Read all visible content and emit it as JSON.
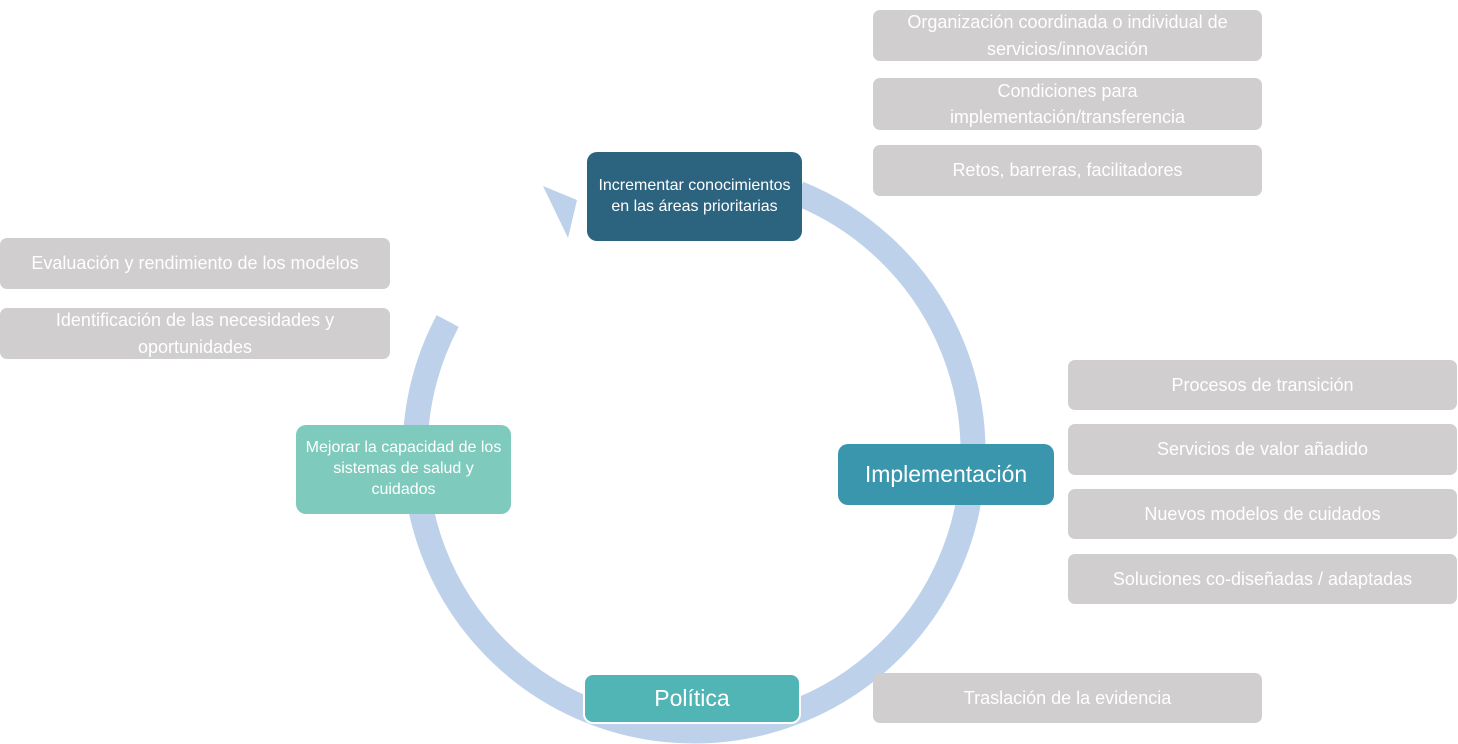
{
  "diagram": {
    "type": "cycle",
    "ring_color": "#bdd1ea",
    "nodes": {
      "top": {
        "label": "Incrementar conocimientos en las áreas prioritarias",
        "color": "#2c6480"
      },
      "right": {
        "label": "Implementación",
        "color": "#3a96ad"
      },
      "bottom": {
        "label": "Política",
        "color": "#52b5b5"
      },
      "left": {
        "label": "Mejorar la capacidad de los sistemas de salud y cuidados",
        "color": "#7ecabd"
      }
    },
    "notes": {
      "top": [
        "Organización coordinada o individual de servicios/innovación",
        "Condiciones para implementación/transferencia",
        "Retos, barreras, facilitadores"
      ],
      "right": [
        "Procesos de transición",
        "Servicios de valor añadido",
        "Nuevos modelos de cuidados",
        "Soluciones co-diseñadas / adaptadas"
      ],
      "bottom": [
        "Traslación de la evidencia"
      ],
      "left": [
        "Evaluación y rendimiento de los modelos",
        "Identificación de las necesidades y oportunidades"
      ]
    },
    "note_color": "#d0cece"
  }
}
